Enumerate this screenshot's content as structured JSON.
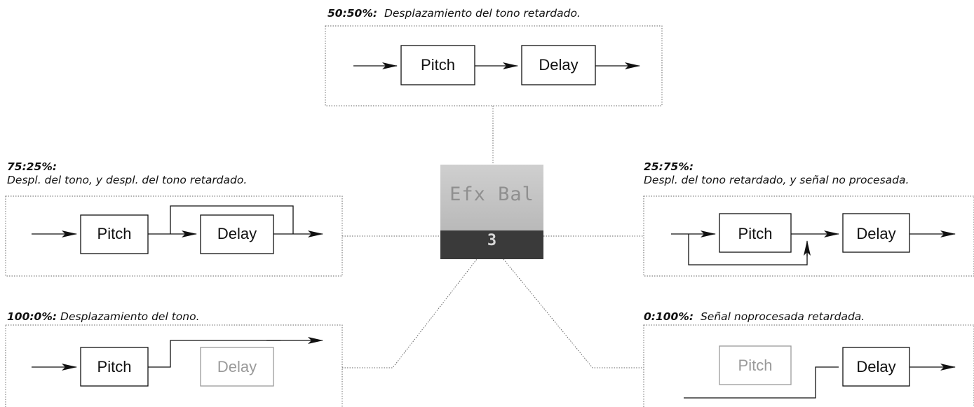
{
  "center_display": {
    "label": "Efx Bal",
    "value": "3"
  },
  "blocks": {
    "pitch": "Pitch",
    "delay": "Delay"
  },
  "panels": {
    "p50_50": {
      "pct": "50:50%:",
      "desc": "Desplazamiento del tono retardado."
    },
    "p75_25": {
      "pct": "75:25%:",
      "desc": "Despl. del tono, y despl. del tono retardado."
    },
    "p25_75": {
      "pct": "25:75%:",
      "desc": "Despl. del tono retardado, y señal no procesada."
    },
    "p100_0": {
      "pct": "100:0%:",
      "desc": "Desplazamiento del tono."
    },
    "p0_100": {
      "pct": "0:100%:",
      "desc": "Señal noprocesada retardada."
    }
  },
  "colors": {
    "line": "#111111",
    "dimmed": "#9a9a9a",
    "dotted": "#666666"
  }
}
